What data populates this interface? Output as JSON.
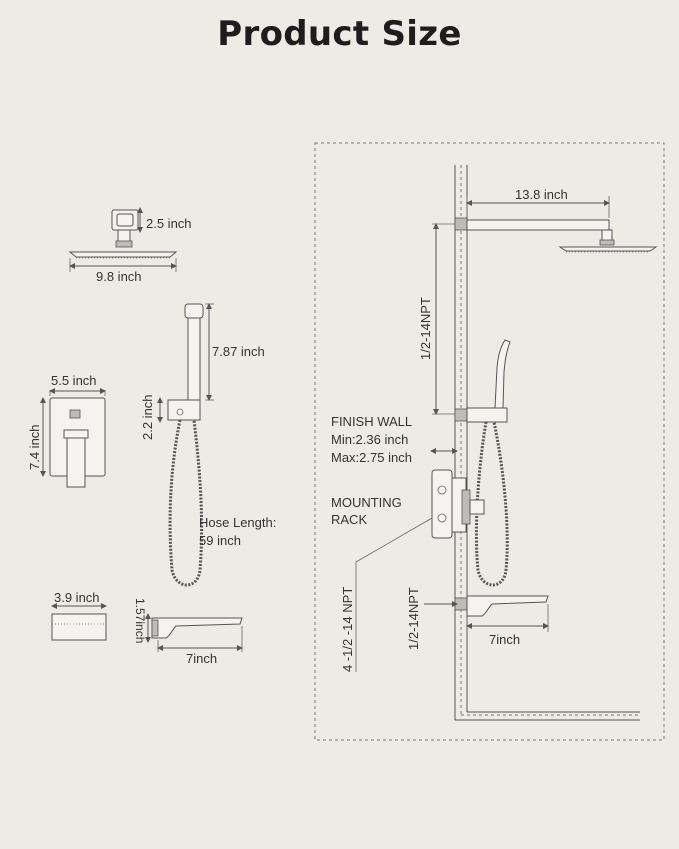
{
  "title": "Product Size",
  "labels": {
    "shower_head_height": "2.5 inch",
    "shower_head_width": "9.8 inch",
    "handheld_length": "7.87 inch",
    "holder_height": "2.2 inch",
    "hose_length_1": "Hose Length:",
    "hose_length_2": "59 inch",
    "trim_width": "5.5 inch",
    "trim_height": "7.4 inch",
    "spout_width": "3.9 inch",
    "spout_height": "1.57inch",
    "spout_length": "7inch",
    "arm_length": "13.8 inch",
    "npt_top": "1/2-14NPT",
    "finish_wall": "FINISH WALL",
    "finish_min": "Min:2.36 inch",
    "finish_max": "Max:2.75 inch",
    "mounting_1": "MOUNTING",
    "mounting_2": "RACK",
    "npt_valve": "4 -1/2 -14 NPT",
    "npt_spout": "1/2-14NPT",
    "install_spout_length": "7inch"
  },
  "colors": {
    "background": "#edebe6",
    "line": "#555555",
    "part_fill": "#f4f3f0"
  }
}
